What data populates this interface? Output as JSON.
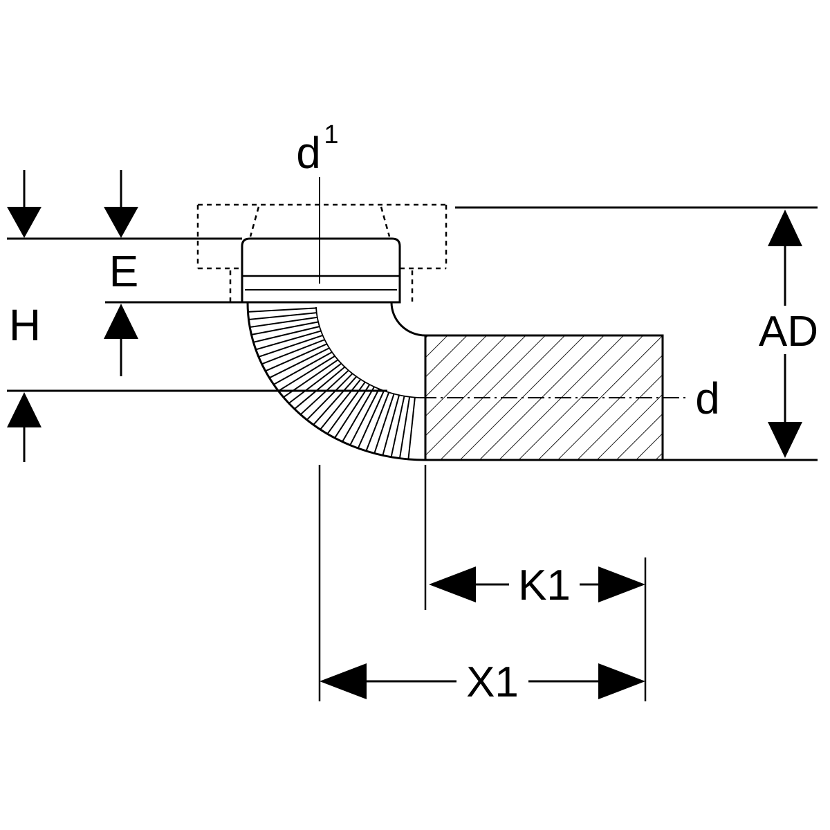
{
  "labels": {
    "top_diameter_base": "d",
    "top_diameter_sup": "1",
    "socket_depth": "E",
    "height": "H",
    "overall_height": "AD",
    "pipe_diameter": "d",
    "insertion_length": "K1",
    "offset_length": "X1"
  },
  "colors": {
    "line": "#000000",
    "background": "#ffffff"
  }
}
